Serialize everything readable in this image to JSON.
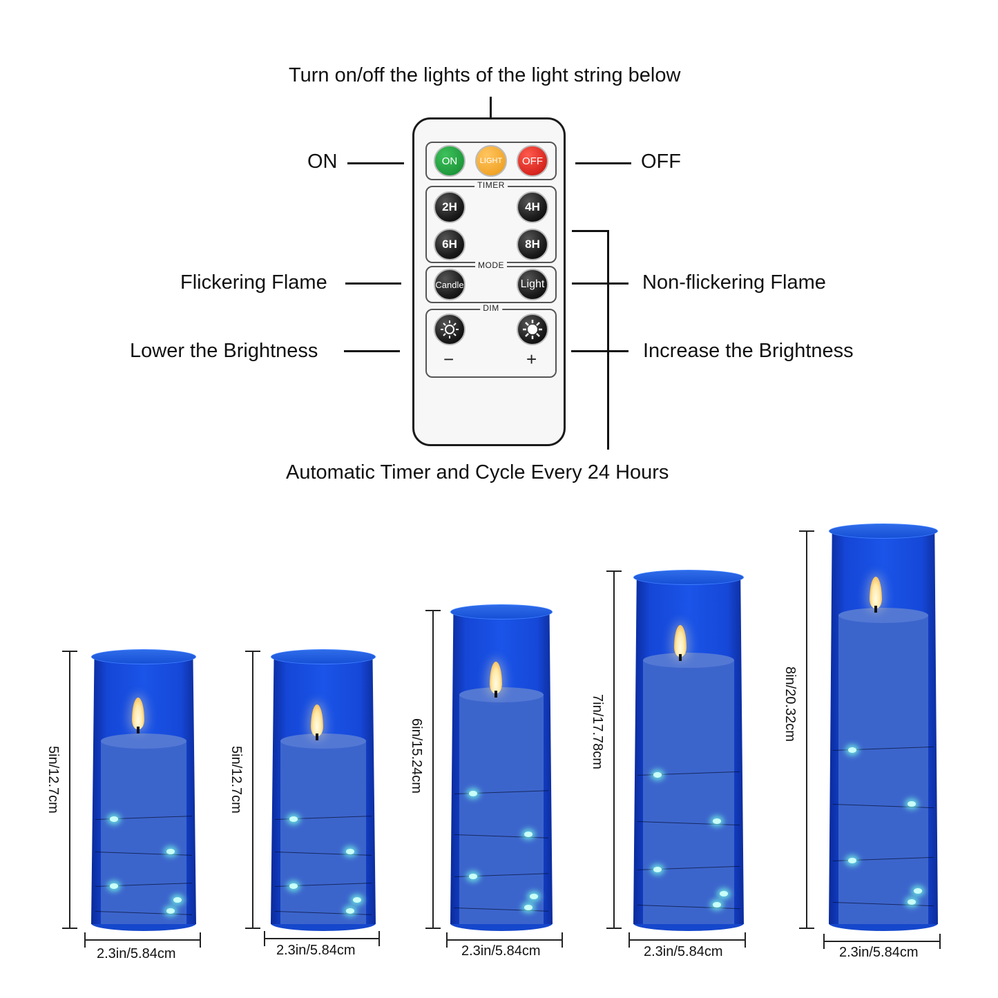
{
  "callouts": {
    "top": "Turn on/off the lights of the light string below",
    "on": "ON",
    "off": "OFF",
    "flicker": "Flickering Flame",
    "non_flicker": "Non-flickering Flame",
    "lower": "Lower the Brightness",
    "increase": "Increase the Brightness",
    "timer_cycle": "Automatic Timer and Cycle Every 24 Hours"
  },
  "remote": {
    "buttons": {
      "on": "ON",
      "light": "LIGHT",
      "off": "OFF"
    },
    "timer_label": "TIMER",
    "timer_buttons": [
      "2H",
      "4H",
      "6H",
      "8H"
    ],
    "mode_label": "MODE",
    "mode_buttons": {
      "candle": "Candle",
      "light": "Light"
    },
    "dim_label": "DIM",
    "minus": "−",
    "plus": "+",
    "colors": {
      "on": "#1f9a3c",
      "light": "#f2a62a",
      "off": "#d7261e"
    }
  },
  "candles": [
    {
      "height": "5in/12.7cm",
      "width": "2.3in/5.84cm"
    },
    {
      "height": "5in/12.7cm",
      "width": "2.3in/5.84cm"
    },
    {
      "height": "6in/15.24cm",
      "width": "2.3in/5.84cm"
    },
    {
      "height": "7in/17.78cm",
      "width": "2.3in/5.84cm"
    },
    {
      "height": "8in/20.32cm",
      "width": "2.3in/5.84cm"
    }
  ],
  "icons": [
    "sun-dim-icon",
    "sun-bright-icon"
  ]
}
